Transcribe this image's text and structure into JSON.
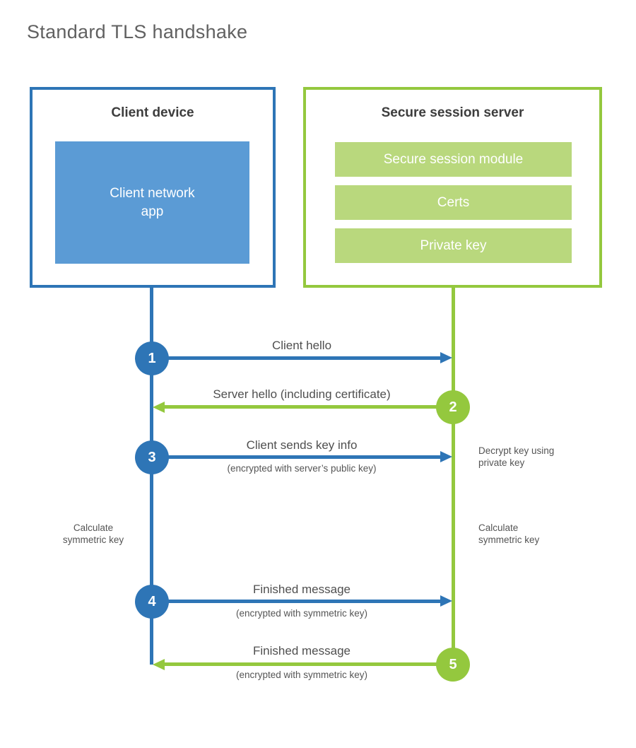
{
  "title": "Standard TLS handshake",
  "client": {
    "heading": "Client device",
    "app": "Client network\napp"
  },
  "server": {
    "heading": "Secure session server",
    "modules": [
      "Secure session module",
      "Certs",
      "Private key"
    ]
  },
  "steps": {
    "s1": {
      "num": "1",
      "label": "Client hello",
      "direction": "client-to-server"
    },
    "s2": {
      "num": "2",
      "label": "Server hello (including certificate)",
      "direction": "server-to-client"
    },
    "s3": {
      "num": "3",
      "label": "Client sends key info",
      "sub": "(encrypted with server’s public key)",
      "direction": "client-to-server"
    },
    "s4": {
      "num": "4",
      "label": "Finished message",
      "sub": "(encrypted with symmetric key)",
      "direction": "client-to-server"
    },
    "s5": {
      "num": "5",
      "label": "Finished message",
      "sub": "(encrypted with symmetric key)",
      "direction": "server-to-client"
    }
  },
  "notes": {
    "decrypt": "Decrypt key using\nprivate key",
    "calc_left": "Calculate\nsymmetric key",
    "calc_right": "Calculate\nsymmetric key"
  },
  "colors": {
    "client_blue": "#2E75B6",
    "client_blue_fill": "#5B9BD5",
    "server_green": "#94C83E",
    "server_green_fill": "#B9D87D"
  }
}
